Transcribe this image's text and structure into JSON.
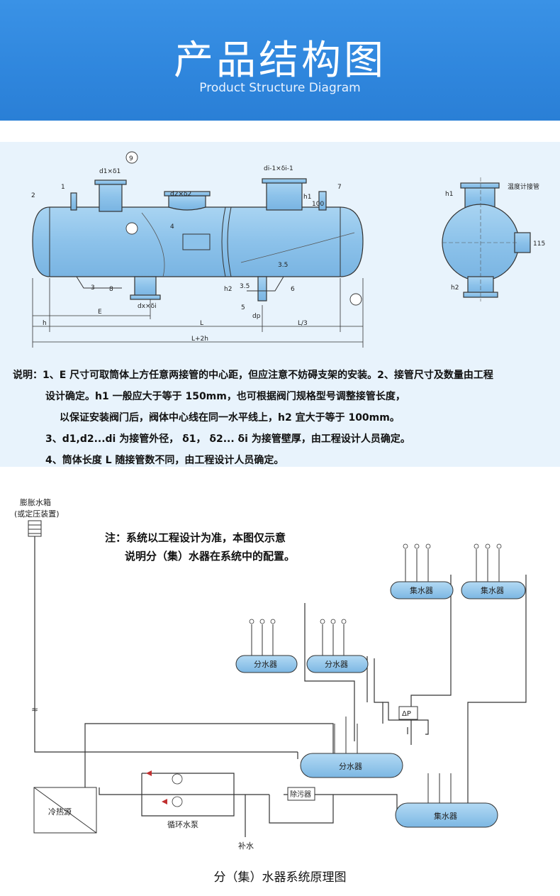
{
  "header": {
    "title": "产品结构图",
    "subtitle": "Product Structure Diagram"
  },
  "structure": {
    "labels": {
      "p1": "1",
      "p2": "2",
      "p3": "3",
      "p4": "4",
      "p5": "5",
      "p6": "6",
      "p7": "7",
      "p8": "8",
      "p9": "9",
      "d1": "d1×δ1",
      "d2": "d2×δ2",
      "di": "di-1×δi-1",
      "dx": "dx×δi",
      "dp": "dp",
      "h1": "h1",
      "h2": "h2",
      "dim100": "100",
      "dim115": "115",
      "dim35a": "3.5",
      "dim35b": "3.5",
      "E": "E",
      "h": "h",
      "L": "L",
      "L3": "L/3",
      "Lh": "L+2h",
      "thermo": "温度计接管"
    }
  },
  "notes": {
    "line1": "说明：1、E 尺寸可取筒体上方任意两接管的中心距，但应注意不妨碍支架的安装。2、接管尺寸及数量由工程",
    "line2": "设计确定。h1 一般应大于等于 150mm，也可根据阀门规格型号调整接管长度，",
    "line3": "以保证安装阀门后，阀体中心线在同一水平线上，h2 宜大于等于 100mm。",
    "line4": "3、d1,d2...di 为接管外径， δ1， δ2... δi 为接管壁厚，由工程设计人员确定。",
    "line5": "4、筒体长度 L 随接管数不同，由工程设计人员确定。"
  },
  "system": {
    "note_line1": "注：系统以工程设计为准，本图仅示意",
    "note_line2": "说明分（集）水器在系统中的配置。",
    "tank_label1": "膨胀水箱",
    "tank_label2": "(或定压装置)",
    "fen1": "分水器",
    "fen2": "分水器",
    "fen_main": "分水器",
    "ji1": "集水器",
    "ji2": "集水器",
    "ji_main": "集水器",
    "cold_source": "冷热源",
    "pump": "循环水泵",
    "filter": "除污器",
    "makeup": "补水",
    "dp": "ΔP"
  },
  "caption": "分（集）水器系统原理图",
  "colors": {
    "header_blue": "#2f86dd",
    "vessel_blue": "#8fc4ec",
    "section_bg": "#e8f3fc"
  }
}
